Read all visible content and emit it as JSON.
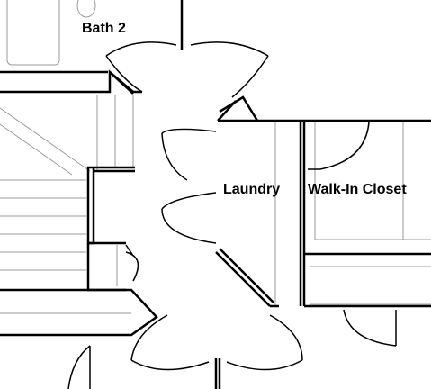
{
  "rooms": {
    "bath_2": "Bath 2",
    "laundry": "Laundry",
    "walk_in_closet": "Walk-In Closet"
  },
  "colors": {
    "wall": "#000000",
    "fixture": "#9a9a9a",
    "background": "#ffffff"
  }
}
